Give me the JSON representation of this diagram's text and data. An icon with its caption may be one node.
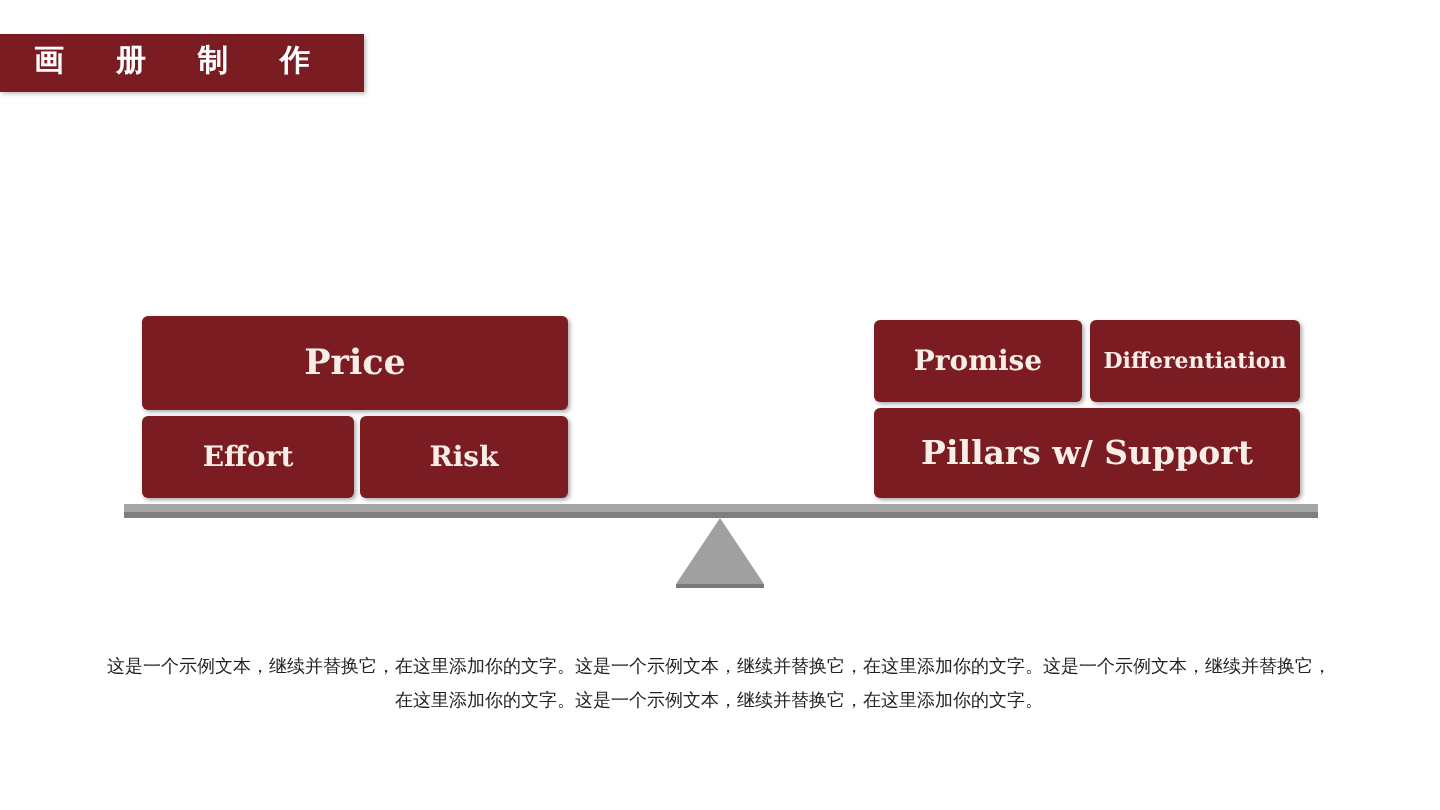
{
  "diagram": {
    "title": "画册制作",
    "nodes": [
      {
        "text": [
          "Price"
        ]
      },
      {
        "text": [
          "Effort"
        ]
      },
      {
        "text": [
          "Risk"
        ]
      },
      {
        "text": [
          "Promise"
        ]
      },
      {
        "text": [
          "Differentiation"
        ]
      },
      {
        "text": [
          "Pillars w/ Support"
        ]
      }
    ],
    "caption": "这是一个示例文本，继续并替换它，在这里添加你的文字。这是一个示例文本，继续并替换它，在这里添加你的文字。这是一个示例文本，继续并替换它，在这里添加你的文字。这是一个示例文本，继续并替换它，在这里添加你的文字。"
  }
}
